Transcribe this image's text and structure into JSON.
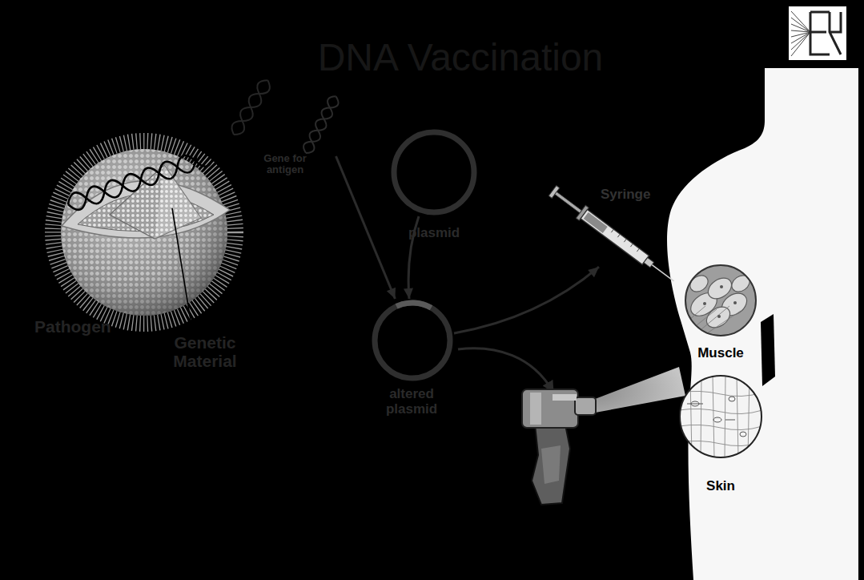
{
  "diagram": {
    "title": "DNA Vaccination",
    "nodes": [
      {
        "text": [
          "Pathogen",
          "Genetic Material"
        ]
      },
      {
        "text": [
          "Gene for antigen"
        ]
      },
      {
        "text": [
          "plasmid"
        ]
      },
      {
        "text": [
          "altered plasmid"
        ]
      },
      {
        "text": [
          "Syringe"
        ]
      },
      {
        "text": [
          "Muscle"
        ]
      },
      {
        "text": [
          "Skin"
        ]
      }
    ],
    "edges": [
      {
        "from": 1,
        "to": 3,
        "arrow": "to"
      },
      {
        "from": 2,
        "to": 3,
        "arrow": "to"
      },
      {
        "from": 3,
        "to": 4,
        "arrow": "to"
      }
    ]
  }
}
